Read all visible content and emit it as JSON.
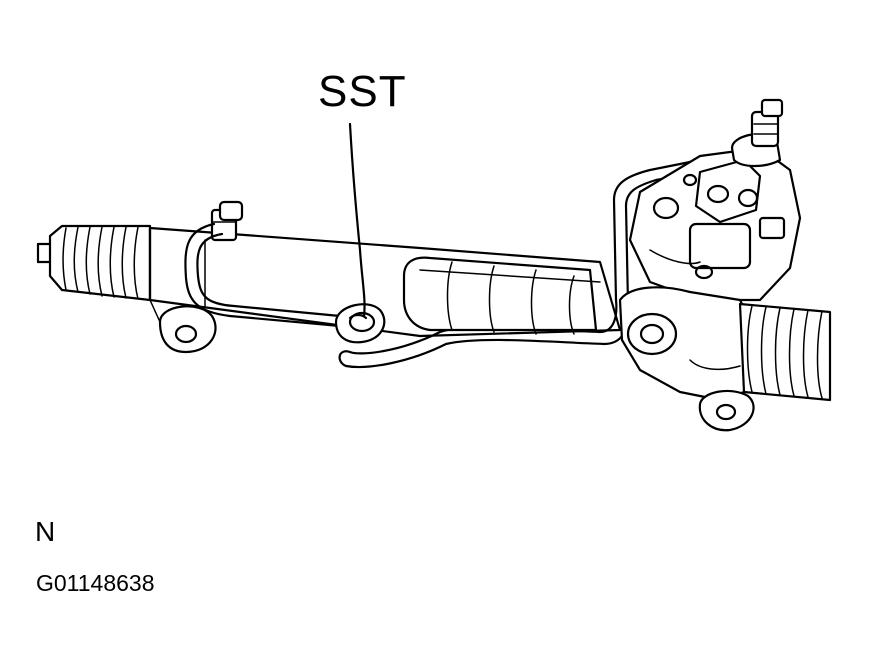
{
  "figure": {
    "callout_label": "SST",
    "view_marker": "N",
    "figure_code": "G01148638",
    "depicts": [
      "steering-rack-assembly",
      "special-service-tool"
    ]
  }
}
